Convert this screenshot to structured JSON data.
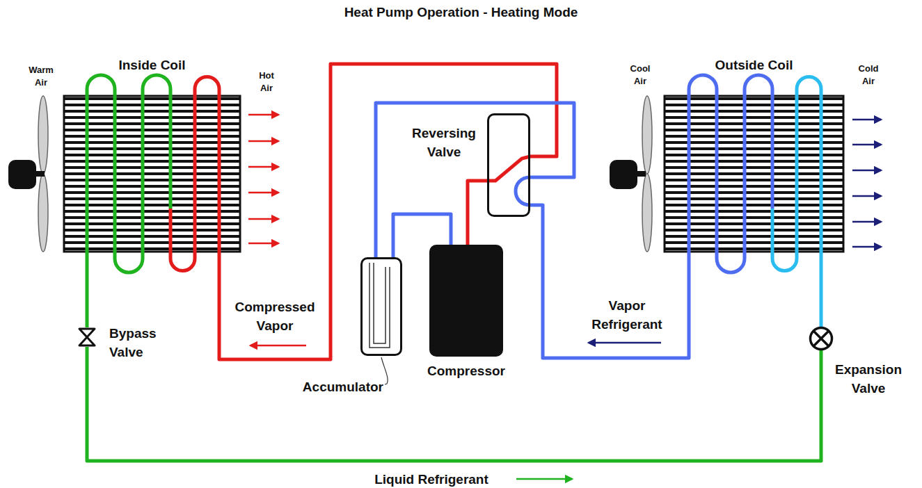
{
  "diagram": {
    "title": "Heat Pump Operation - Heating Mode",
    "nodes": [
      {
        "text": [
          "Inside Coil"
        ]
      },
      {
        "text": [
          "Reversing Valve"
        ]
      },
      {
        "text": [
          "Outside Coil"
        ]
      },
      {
        "text": [
          "Bypass Valve"
        ]
      },
      {
        "text": [
          "Accumulator"
        ]
      },
      {
        "text": [
          "Compressor"
        ]
      },
      {
        "text": [
          "Expansion Valve"
        ]
      }
    ],
    "edges": [
      {
        "from": 5,
        "to": 1,
        "arrow": "none"
      },
      {
        "from": 1,
        "to": 0,
        "label": "Compressed Vapor",
        "arrow": "none"
      },
      {
        "from": 2,
        "to": 1,
        "label": "Vapor Refrigerant",
        "arrow": "none"
      },
      {
        "from": 1,
        "to": 4,
        "arrow": "none"
      },
      {
        "from": 4,
        "to": 5,
        "arrow": "none"
      },
      {
        "from": 0,
        "to": 3,
        "arrow": "none"
      },
      {
        "from": 3,
        "to": 6,
        "label": "Liquid Refrigerant",
        "arrow": "none"
      },
      {
        "from": 6,
        "to": 2,
        "arrow": "none"
      }
    ],
    "labels": [
      "Warm Air",
      "Hot Air",
      "Cool Air",
      "Cold Air"
    ]
  }
}
